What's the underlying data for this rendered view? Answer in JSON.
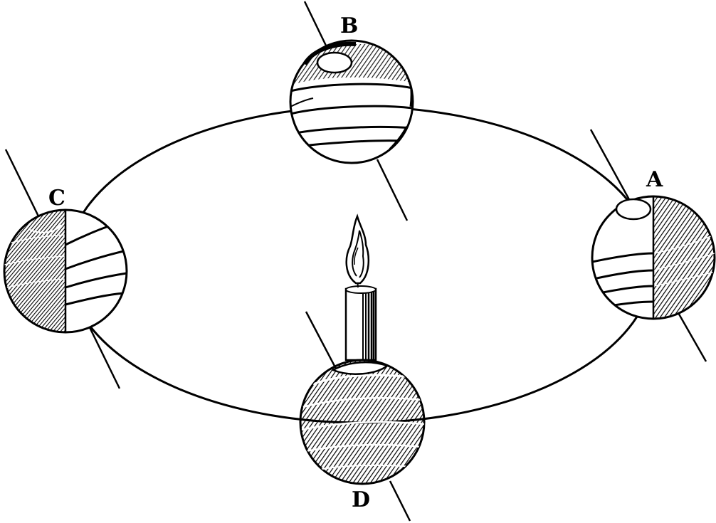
{
  "figure": {
    "caption": "",
    "ink_color": "#000000",
    "paper_color": "#ffffff",
    "positions": [
      {
        "id": "A",
        "label": "A"
      },
      {
        "id": "B",
        "label": "B"
      },
      {
        "id": "C",
        "label": "C"
      },
      {
        "id": "D",
        "label": "D"
      }
    ]
  }
}
